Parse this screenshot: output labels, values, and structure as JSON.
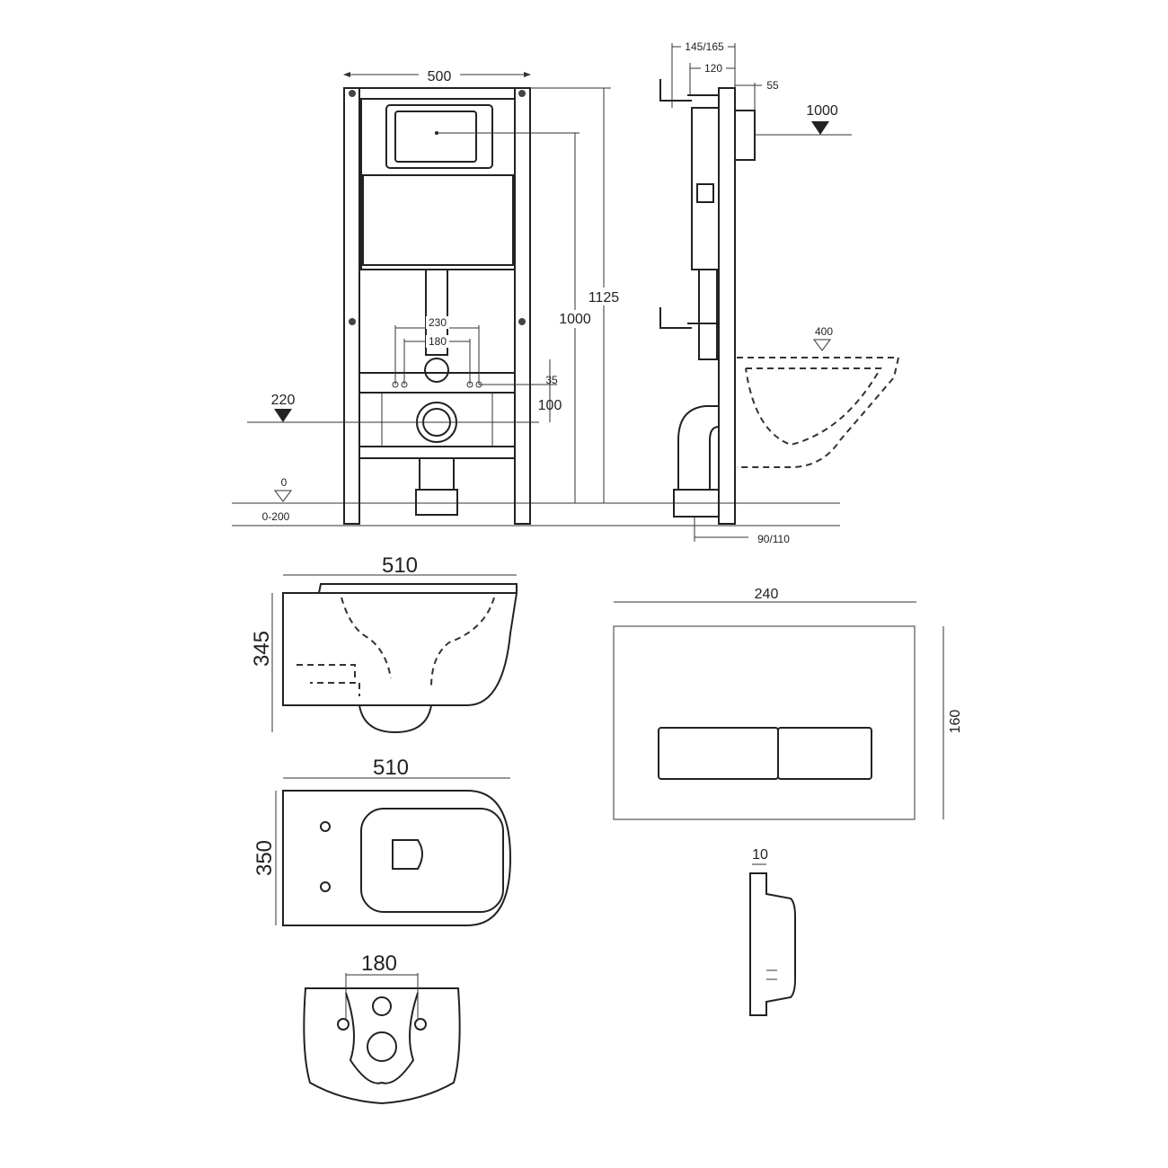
{
  "front_view": {
    "width": "500",
    "height_total": "1125",
    "height_button": "1000",
    "spacing_outer": "230",
    "spacing_inner": "180",
    "offset_small": "35",
    "offset_drain": "100",
    "drain_level": "220",
    "floor_level": "0",
    "floor_range": "0-200"
  },
  "side_view": {
    "depth_range": "145/165",
    "depth": "120",
    "pipe_depth": "55",
    "button_level": "1000",
    "bowl_level": "400",
    "drain_diameter": "90/110"
  },
  "bowl_side": {
    "length": "510",
    "height": "345"
  },
  "bowl_top": {
    "length": "510",
    "width": "350"
  },
  "bowl_back": {
    "bolt_spacing": "180"
  },
  "flush_plate": {
    "width": "240",
    "height": "160",
    "thickness": "10"
  }
}
